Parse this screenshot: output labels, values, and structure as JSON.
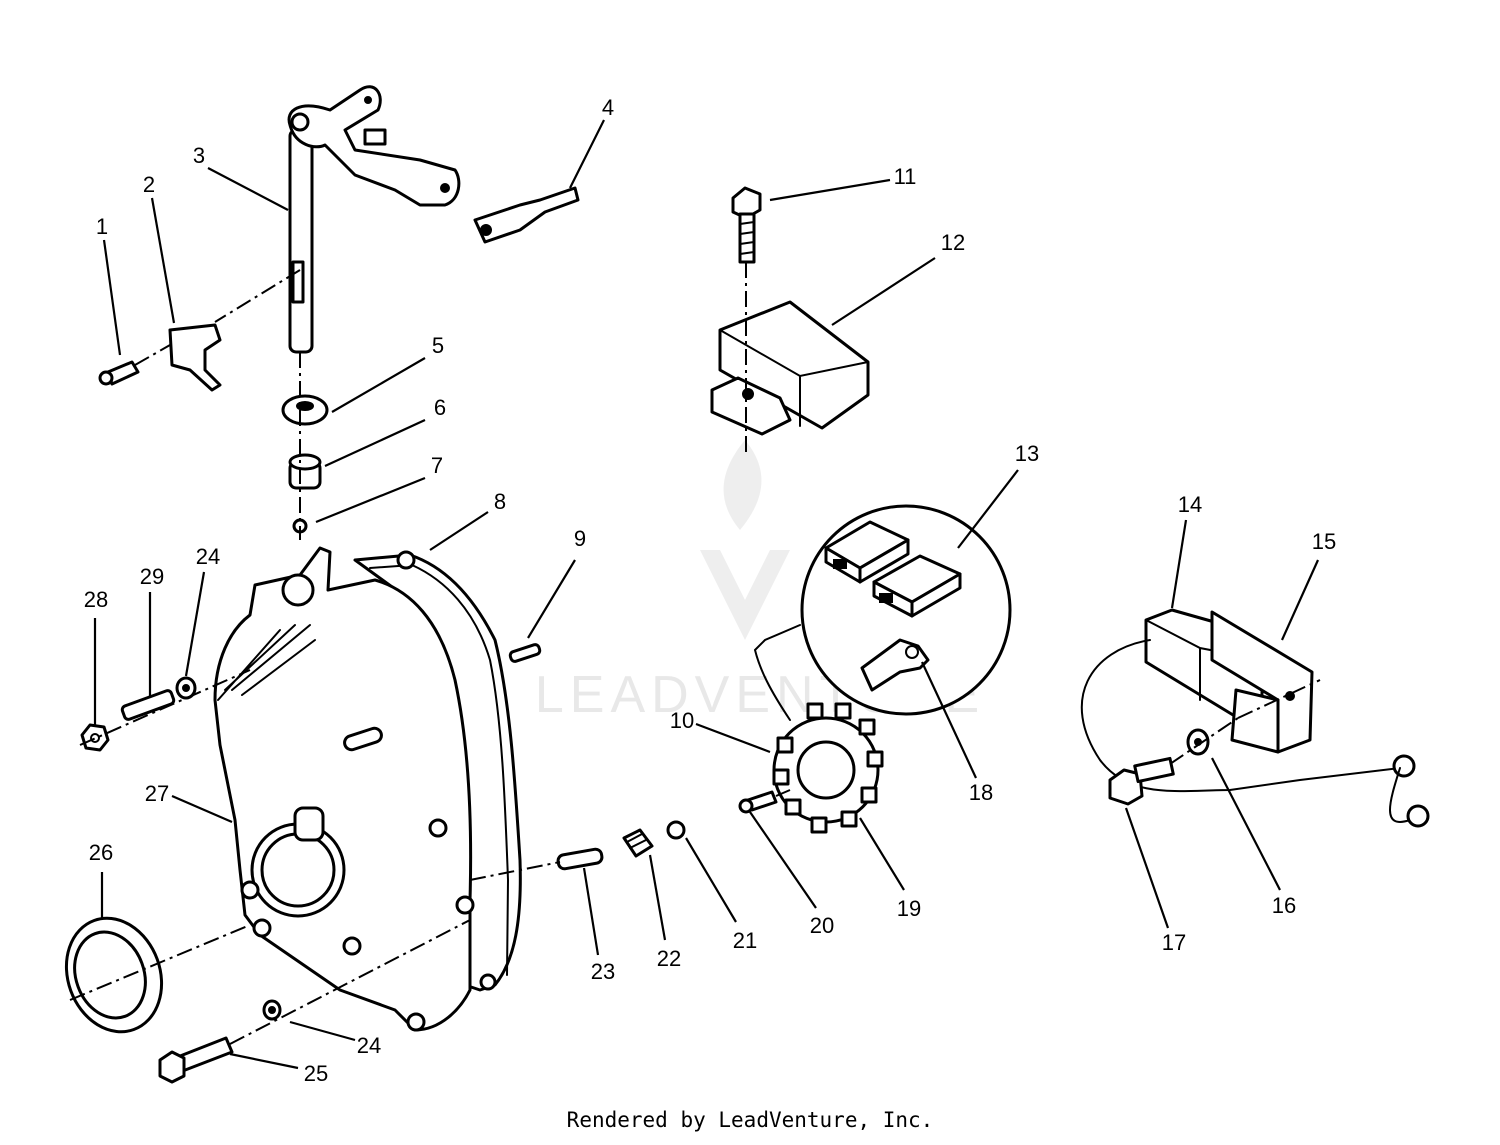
{
  "diagram": {
    "callouts": [
      "1",
      "2",
      "3",
      "4",
      "5",
      "6",
      "7",
      "8",
      "9",
      "10",
      "11",
      "12",
      "13",
      "14",
      "15",
      "16",
      "17",
      "18",
      "19",
      "20",
      "21",
      "22",
      "23",
      "24",
      "24",
      "25",
      "26",
      "27",
      "28",
      "29"
    ]
  },
  "watermark": {
    "text": "LEADVENTURE"
  },
  "footer": {
    "text": "Rendered by LeadVenture, Inc."
  }
}
